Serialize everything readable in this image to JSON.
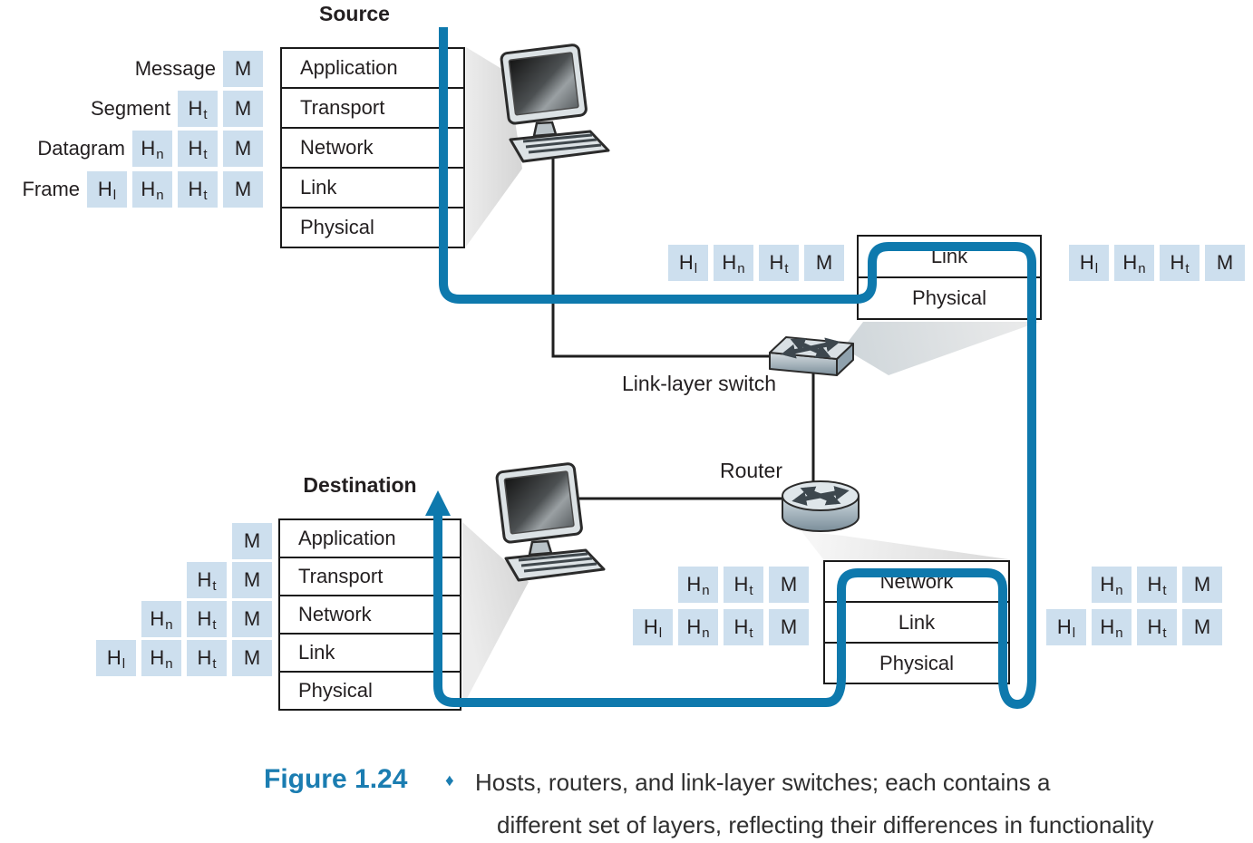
{
  "titles": {
    "source": "Source",
    "destination": "Destination"
  },
  "stacks": {
    "source": [
      "Application",
      "Transport",
      "Network",
      "Link",
      "Physical"
    ],
    "destination": [
      "Application",
      "Transport",
      "Network",
      "Link",
      "Physical"
    ],
    "switch": [
      "Link",
      "Physical"
    ],
    "router": [
      "Network",
      "Link",
      "Physical"
    ]
  },
  "pdus": [
    {
      "label": "Message",
      "chips": [
        "M"
      ]
    },
    {
      "label": "Segment",
      "chips": [
        "Ht",
        "M"
      ]
    },
    {
      "label": "Datagram",
      "chips": [
        "Hn",
        "Ht",
        "M"
      ]
    },
    {
      "label": "Frame",
      "chips": [
        "Hl",
        "Hn",
        "Ht",
        "M"
      ]
    }
  ],
  "destination_chips": {
    "row1": [
      "M"
    ],
    "row2": [
      "Ht",
      "M"
    ],
    "row3": [
      "Hn",
      "Ht",
      "M"
    ],
    "row4": [
      "Hl",
      "Hn",
      "Ht",
      "M"
    ]
  },
  "switch_chips": {
    "left": [
      "Hl",
      "Hn",
      "Ht",
      "M"
    ],
    "right": [
      "Hl",
      "Hn",
      "Ht",
      "M"
    ]
  },
  "router_chips": {
    "left_row1": [
      "Hn",
      "Ht",
      "M"
    ],
    "left_row2": [
      "Hl",
      "Hn",
      "Ht",
      "M"
    ],
    "right_row1": [
      "Hn",
      "Ht",
      "M"
    ],
    "right_row2": [
      "Hl",
      "Hn",
      "Ht",
      "M"
    ]
  },
  "device_labels": {
    "switch": "Link-layer switch",
    "router": "Router"
  },
  "icons": {
    "host": "desktop-computer-icon",
    "switch": "link-layer-switch-icon",
    "router": "router-icon",
    "flow": "encapsulation-flow-arrow"
  },
  "caption": {
    "figure_label": "Figure 1.24",
    "bullet": "♦",
    "line1": "Hosts, routers, and link-layer switches; each contains a",
    "line2": "different set of layers, reflecting their differences in functionality"
  },
  "colors": {
    "flow_blue": "#0e79ad",
    "chip_fill": "#cddfee",
    "figure_blue": "#1b7db1",
    "text": "#231f20",
    "caption_text": "#2f2f2f"
  }
}
